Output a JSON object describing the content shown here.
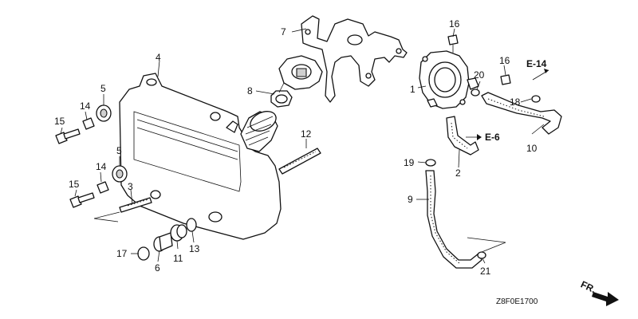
{
  "callouts": {
    "c1": "1",
    "c2": "2",
    "c3": "3",
    "c4": "4",
    "c5a": "5",
    "c5b": "5",
    "c6": "6",
    "c7": "7",
    "c8": "8",
    "c9": "9",
    "c10": "10",
    "c11": "11",
    "c12": "12",
    "c13": "13",
    "c14a": "14",
    "c14b": "14",
    "c15a": "15",
    "c15b": "15",
    "c16a": "16",
    "c16b": "16",
    "c17": "17",
    "c18": "18",
    "c19": "19",
    "c20": "20",
    "c21": "21"
  },
  "references": {
    "e14": "E-14",
    "e6": "E-6"
  },
  "direction": "FR.",
  "drawing_code": "Z8F0E1700"
}
